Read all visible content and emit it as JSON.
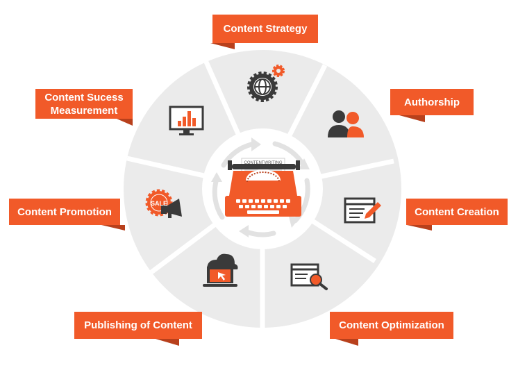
{
  "diagram": {
    "center": {
      "paper_text": "CONTENTWRITING"
    },
    "labels": {
      "strategy": "Content Strategy",
      "authorship": "Authorship",
      "creation": "Content Creation",
      "optimization": "Content Optimization",
      "publishing": "Publishing of Content",
      "promotion": "Content Promotion",
      "measurement_line1": "Content Sucess",
      "measurement_line2": "Measurement"
    },
    "icons": {
      "strategy": "globe-gears-icon",
      "authorship": "users-icon",
      "creation": "document-pencil-icon",
      "optimization": "document-magnifier-icon",
      "publishing": "cloud-laptop-icon",
      "promotion": "sale-megaphone-icon",
      "measurement": "monitor-chart-icon",
      "center": "typewriter-icon"
    },
    "sale_badge_text": "SALE",
    "colors": {
      "accent": "#f15a29",
      "accent_dark": "#b8401c",
      "ring": "#ebebeb",
      "icon_dark": "#3a3a3a"
    }
  }
}
